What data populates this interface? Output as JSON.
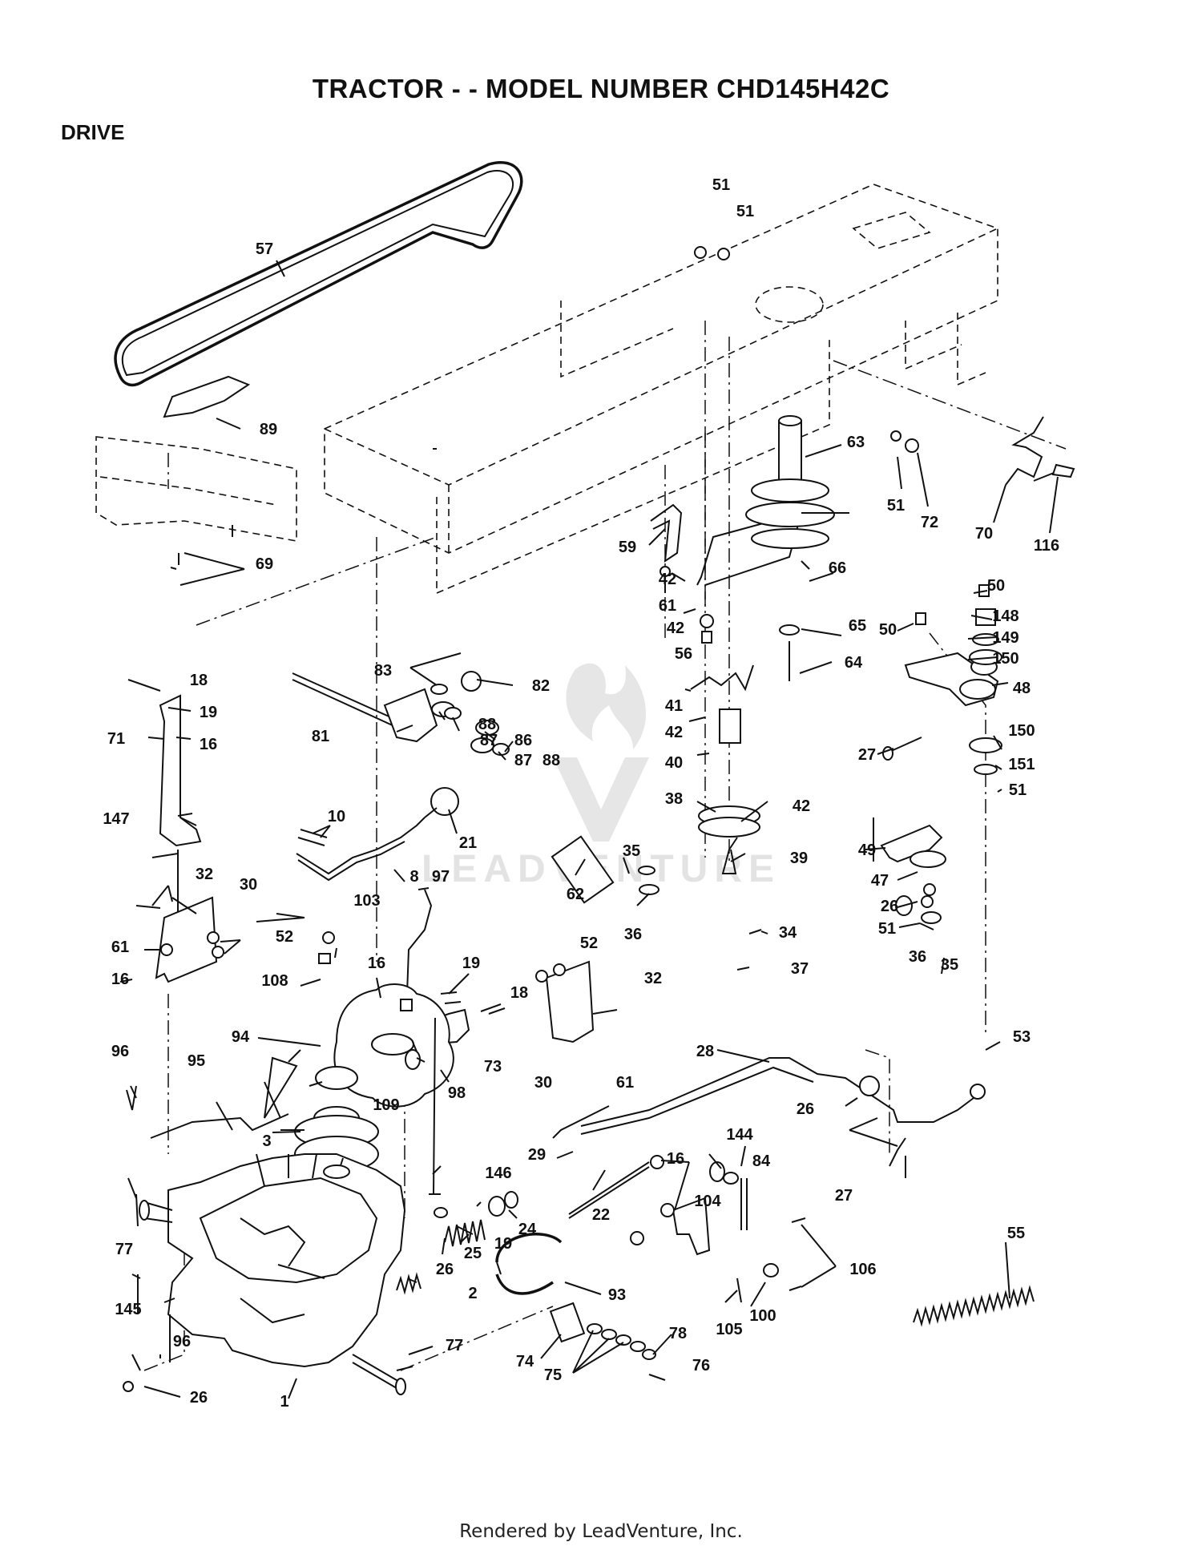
{
  "title": "TRACTOR - - MODEL NUMBER CHD145H42C",
  "section": "DRIVE",
  "watermark": "LEADVENTURE",
  "footer": "Rendered by LeadVenture, Inc.",
  "callouts": {
    "c1": "1",
    "c2": "2",
    "c3": "3",
    "c8": "8",
    "c10": "10",
    "c16a": "16",
    "c16b": "16",
    "c16c": "16",
    "c16d": "16",
    "c18a": "18",
    "c18b": "18",
    "c19a": "19",
    "c19b": "19",
    "c19c": "19",
    "c21": "21",
    "c22": "22",
    "c24": "24",
    "c25": "25",
    "c26a": "26",
    "c26b": "26",
    "c26c": "26",
    "c26d": "26",
    "c27a": "27",
    "c27b": "27",
    "c28": "28",
    "c29": "29",
    "c30a": "30",
    "c30b": "30",
    "c32a": "32",
    "c32b": "32",
    "c34": "34",
    "c35a": "35",
    "c35b": "35",
    "c36a": "36",
    "c36b": "36",
    "c37": "37",
    "c38": "38",
    "c39": "39",
    "c40": "40",
    "c41": "41",
    "c42a": "42",
    "c42b": "42",
    "c42c": "42",
    "c42d": "42",
    "c47": "47",
    "c48": "48",
    "c49": "49",
    "c50a": "50",
    "c50b": "50",
    "c51a": "51",
    "c51b": "51",
    "c51c": "51",
    "c51d": "51",
    "c51e": "51",
    "c52a": "52",
    "c52b": "52",
    "c53": "53",
    "c55": "55",
    "c56": "56",
    "c57": "57",
    "c59": "59",
    "c61a": "61",
    "c61b": "61",
    "c61c": "61",
    "c62": "62",
    "c63": "63",
    "c64": "64",
    "c65": "65",
    "c66": "66",
    "c69": "69",
    "c70": "70",
    "c71": "71",
    "c72": "72",
    "c73": "73",
    "c74": "74",
    "c75": "75",
    "c76": "76",
    "c77a": "77",
    "c77b": "77",
    "c78": "78",
    "c81": "81",
    "c82": "82",
    "c83": "83",
    "c84": "84",
    "c86": "86",
    "c87a": "87",
    "c87b": "87",
    "c88a": "88",
    "c88b": "88",
    "c89": "89",
    "c93": "93",
    "c94": "94",
    "c95": "95",
    "c96a": "96",
    "c96b": "96",
    "c97": "97",
    "c98": "98",
    "c100": "100",
    "c103": "103",
    "c104": "104",
    "c105": "105",
    "c106": "106",
    "c108": "108",
    "c109": "109",
    "c116": "116",
    "c144": "144",
    "c145": "145",
    "c146": "146",
    "c147": "147",
    "c148": "148",
    "c149": "149",
    "c150a": "150",
    "c150b": "150",
    "c151": "151"
  }
}
